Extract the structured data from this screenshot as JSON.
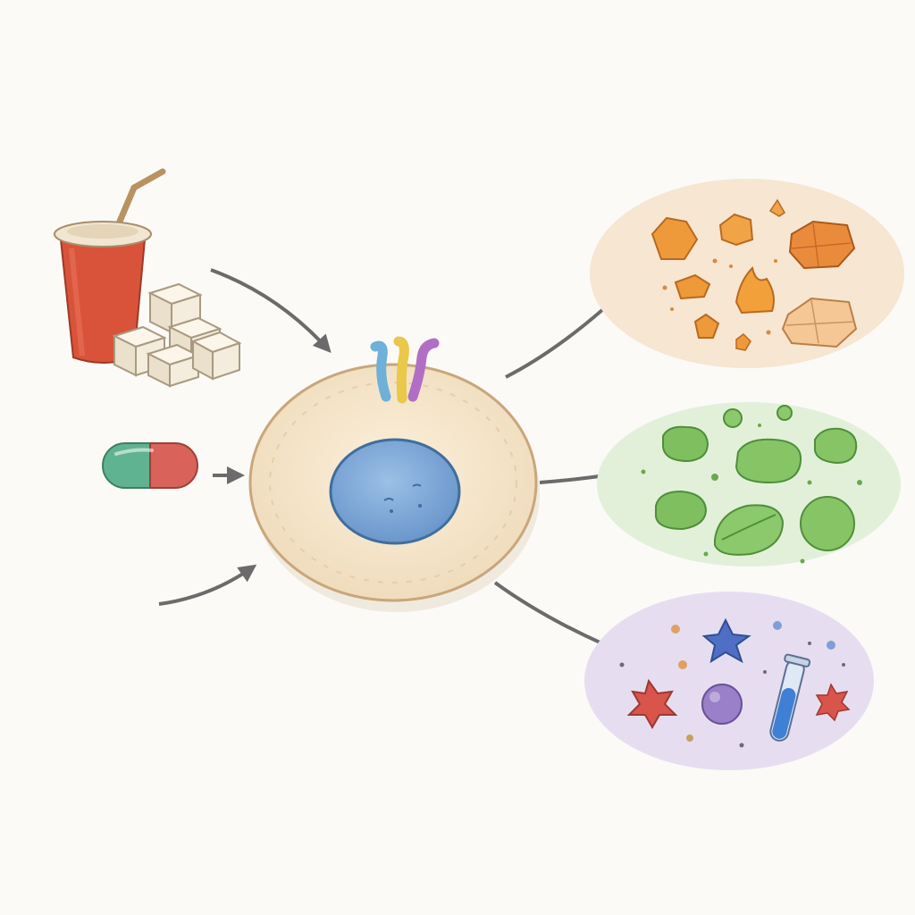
{
  "diagram": {
    "inputs": [
      {
        "id": "soda-cup",
        "icon": "soda-cup-icon"
      },
      {
        "id": "sugar-cubes",
        "icon": "sugar-cubes-icon"
      },
      {
        "id": "capsule",
        "icon": "capsule-icon"
      }
    ],
    "center": {
      "id": "cell",
      "icon": "cell-icon",
      "receptor_icon": "receptor-icon"
    },
    "outputs": [
      {
        "id": "orange-cluster",
        "icon": "orange-crystals-icon"
      },
      {
        "id": "green-cluster",
        "icon": "green-blobs-icon"
      },
      {
        "id": "purple-cluster",
        "icon": "purple-molecules-icon"
      }
    ],
    "colors": {
      "background": "#fbfaf7",
      "cup_red": "#d9533a",
      "cup_lid": "#f1e6d2",
      "sugar": "#f4ecdc",
      "capsule_teal": "#5fb391",
      "capsule_red": "#d9635a",
      "cell_body": "#f5e6cc",
      "cell_border": "#c9a67c",
      "nucleus": "#7fa7d6",
      "nucleus_border": "#3f6e9e",
      "arrow": "#6b6b6b",
      "orange_bg": "#f6e6d2",
      "orange": "#ee9a3a",
      "green_bg": "#e2f0d9",
      "green": "#7fbf5f",
      "purple_bg": "#e6def0",
      "star_blue": "#4f6fc4",
      "star_red": "#d9544a",
      "ball_purple": "#9a7fc9",
      "tube_blue": "#3f7fd6",
      "receptor_blue": "#6fb0d8",
      "receptor_yellow": "#e9c84a",
      "receptor_purple": "#b06fc4"
    }
  }
}
